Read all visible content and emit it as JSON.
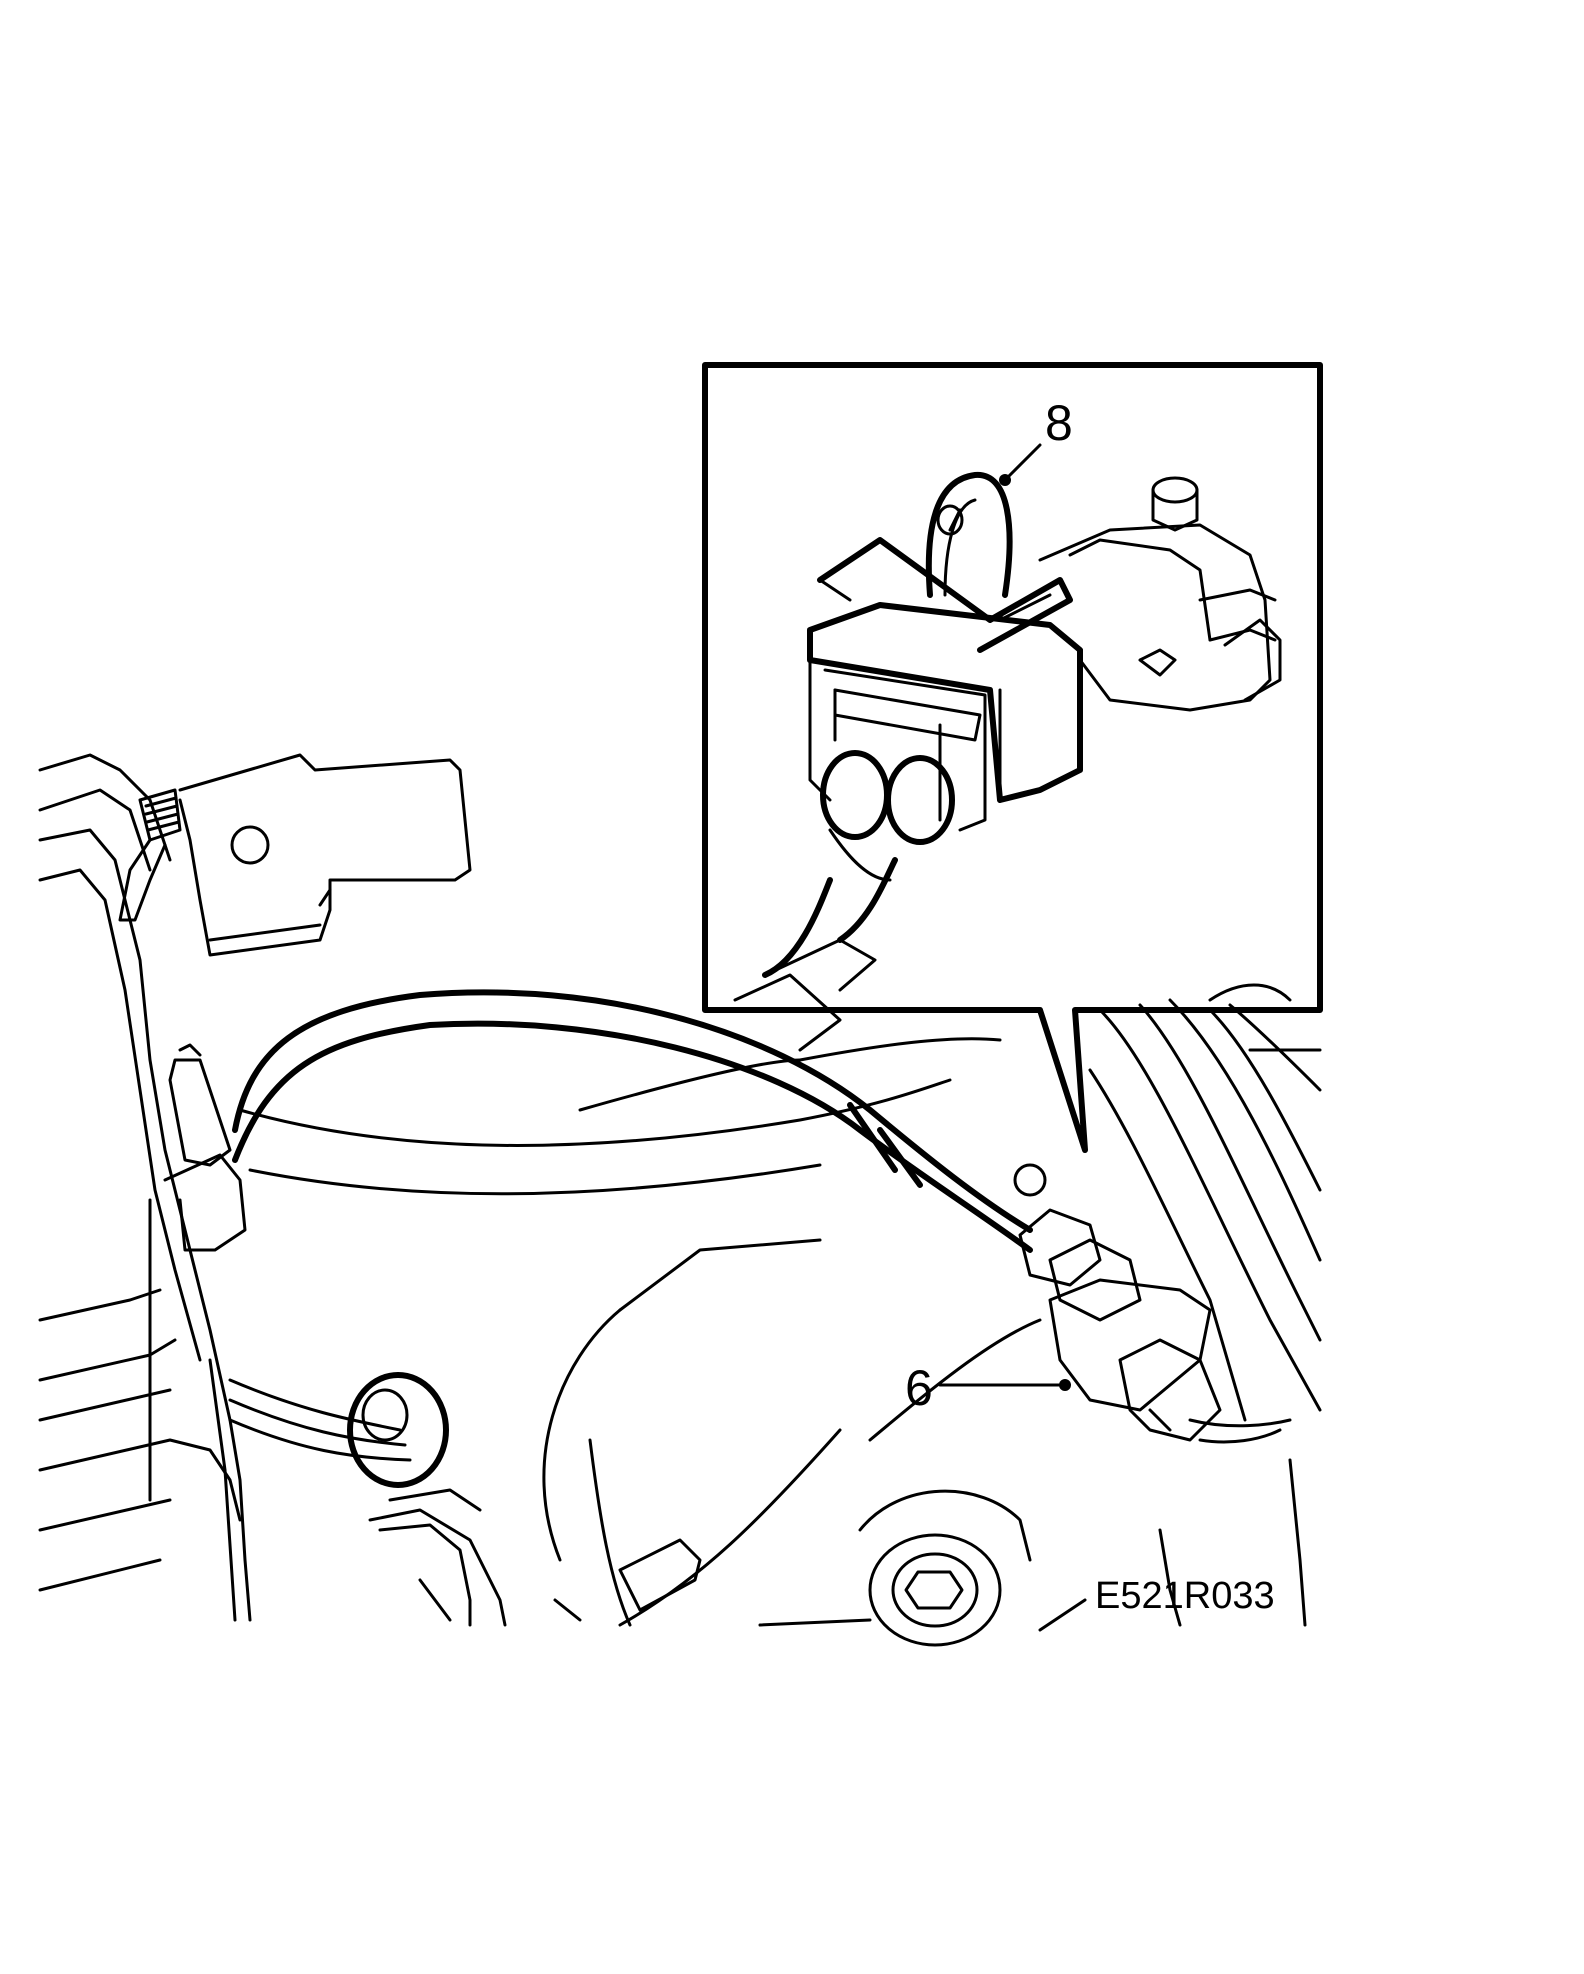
{
  "callouts": {
    "clip_number": "8",
    "connector_number": "6"
  },
  "figure_code": "E521R033"
}
